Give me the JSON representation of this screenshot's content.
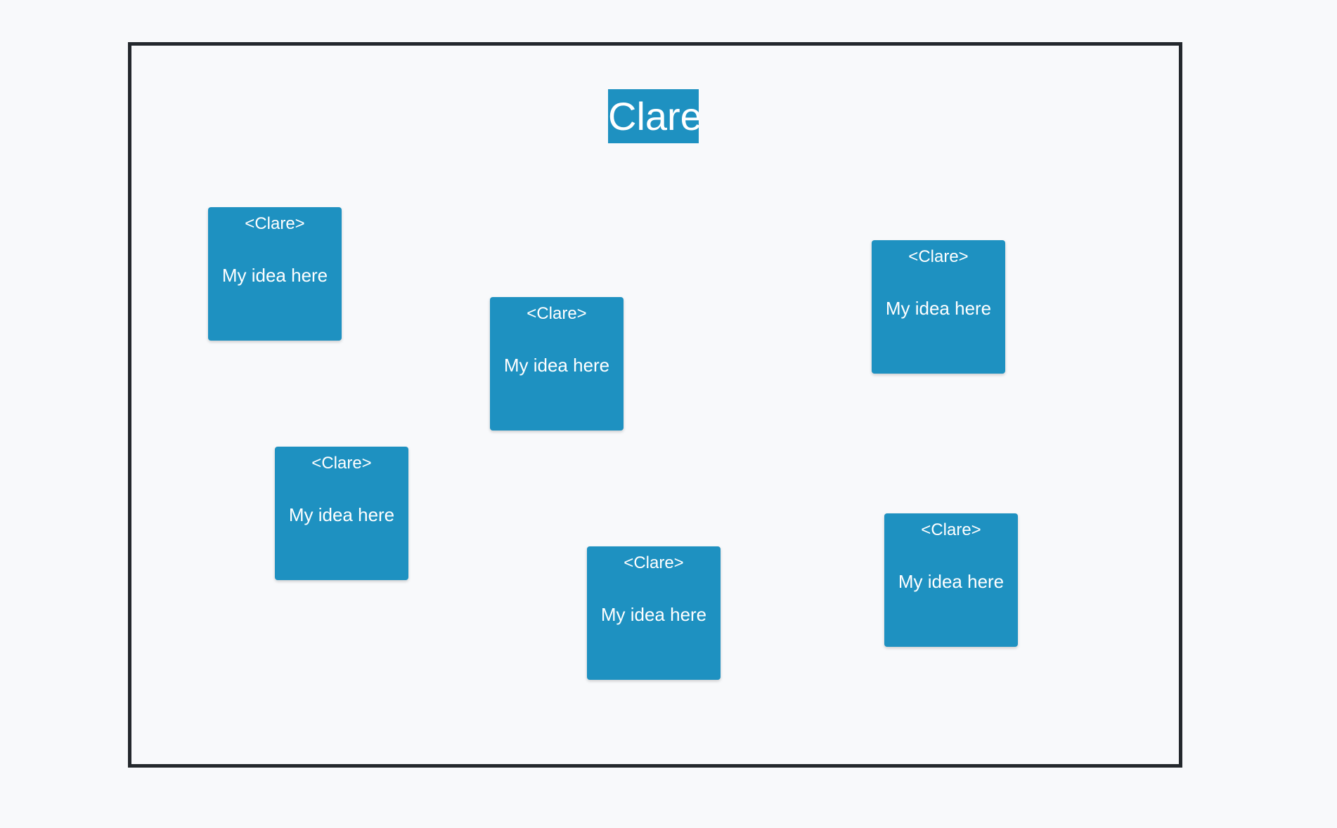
{
  "board": {
    "frame_title": "Clare",
    "colors": {
      "background": "#f8f9fb",
      "frame_border": "#24282d",
      "sticky": "#1e91c1",
      "text": "#ffffff"
    },
    "notes": [
      {
        "author": "<Clare>",
        "text": "My idea here"
      },
      {
        "author": "<Clare>",
        "text": "My idea here"
      },
      {
        "author": "<Clare>",
        "text": "My idea here"
      },
      {
        "author": "<Clare>",
        "text": "My idea here"
      },
      {
        "author": "<Clare>",
        "text": "My idea here"
      },
      {
        "author": "<Clare>",
        "text": "My idea here"
      }
    ]
  }
}
